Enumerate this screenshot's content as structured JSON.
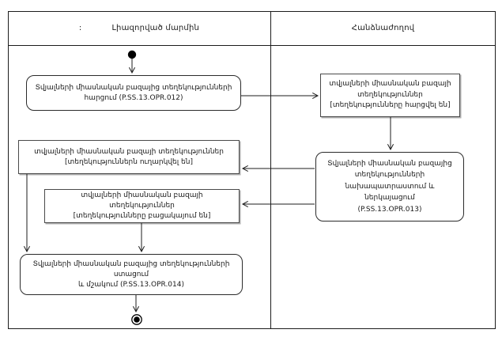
{
  "diagram": {
    "type": "uml-activity-swimlane",
    "lanes": {
      "left": {
        "prefix": ":",
        "title": "Լիազորված մարմին"
      },
      "right": {
        "title": "Հանձնաժողով"
      }
    },
    "nodes": {
      "start": {
        "shape": "initial-node"
      },
      "action_012": {
        "shape": "rounded-action",
        "lane": "left",
        "text": "Տվյալների միասնական բազայից տեղեկությունների\nհարցում (P.SS.13.OPR.012)"
      },
      "object_queried": {
        "shape": "object-state",
        "lane": "right",
        "text": "տվյալների միասնական բազայի\nտեղեկություններ\n[տեղեկությունները հարցվել են]"
      },
      "action_013": {
        "shape": "rounded-action",
        "lane": "right",
        "text": "Տվյալների միասնական բազայից\nտեղեկությունների\nնախապատրաստում և\nներկայացում\n(P.SS.13.OPR.013)"
      },
      "object_sent": {
        "shape": "object-state",
        "lane": "left",
        "text": "տվյալների միասնական բազայի տեղեկություններ\n[տեղեկություններն ուղարկվել են]"
      },
      "object_missing": {
        "shape": "object-state",
        "lane": "left",
        "text": "տվյալների միասնական բազայի տեղեկություններ\n[տեղեկությունները բացակայում են]"
      },
      "action_014": {
        "shape": "rounded-action",
        "lane": "left",
        "text": "Տվյալների միասնական բազայից տեղեկությունների ստացում\nև մշակում (P.SS.13.OPR.014)"
      },
      "end": {
        "shape": "activity-final-node"
      }
    },
    "colors": {
      "background": "#ffffff",
      "line": "#1c1c1c",
      "object_border": "#4a4a4a",
      "node_fill": "#ffffff"
    }
  }
}
